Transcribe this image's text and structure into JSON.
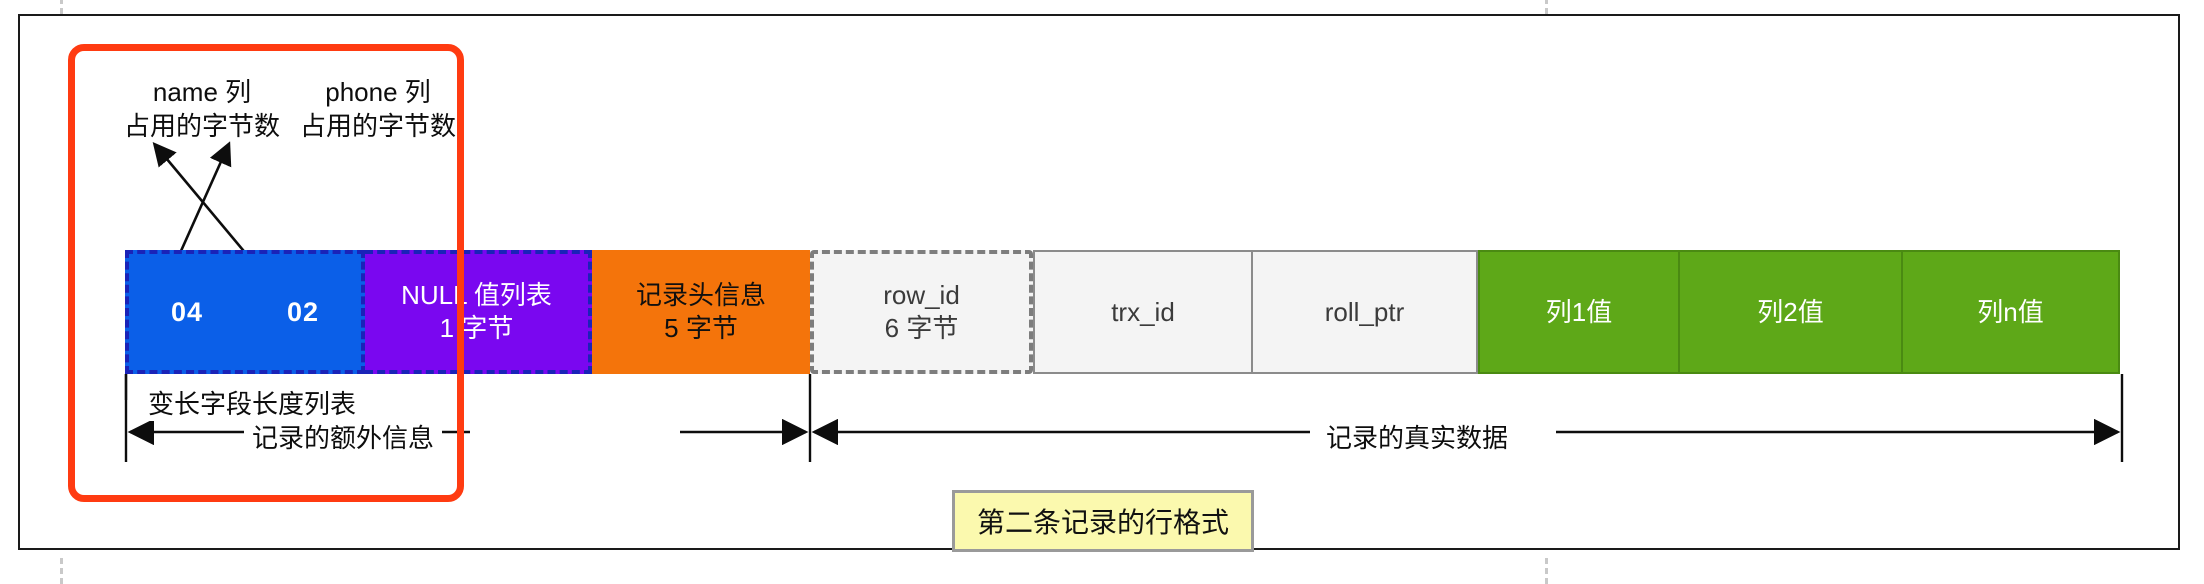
{
  "diagram": {
    "caption": "第二条记录的行格式",
    "callouts": [
      {
        "name": "name-column-bytes-callout",
        "text": "name 列\n占用的字节数"
      },
      {
        "name": "phone-column-bytes-callout",
        "text": "phone 列\n占用的字节数"
      }
    ],
    "varlen_bytes": {
      "first": "04",
      "second": "02"
    },
    "segments": [
      {
        "id": "varlen-field-length-list",
        "line1": "",
        "line2": "",
        "color": "#0b5fe8",
        "style": "dashed-blue"
      },
      {
        "id": "null-value-list",
        "line1": "NULL 值列表",
        "line2": "1 字节",
        "color": "#7a07f0",
        "style": "dashed-blue"
      },
      {
        "id": "record-header",
        "line1": "记录头信息",
        "line2": "5 字节",
        "color": "#f4740b",
        "style": "solid"
      },
      {
        "id": "row-id",
        "line1": "row_id",
        "line2": "6 字节",
        "color": "#f4f4f4",
        "style": "dashed-gray"
      },
      {
        "id": "trx-id",
        "line1": "trx_id",
        "line2": "",
        "color": "#f4f4f4",
        "style": "solid-gray"
      },
      {
        "id": "roll-ptr",
        "line1": "roll_ptr",
        "line2": "",
        "color": "#f4f4f4",
        "style": "solid-gray"
      },
      {
        "id": "column-1-value",
        "line1": "列1值",
        "line2": "",
        "color": "#5ea818",
        "style": "solid-green"
      },
      {
        "id": "column-2-value",
        "line1": "列2值",
        "line2": "",
        "color": "#5ea818",
        "style": "solid-green"
      },
      {
        "id": "column-n-value",
        "line1": "列n值",
        "line2": "",
        "color": "#5ea818",
        "style": "solid-green"
      }
    ],
    "measures": [
      {
        "id": "varlen-length-list-label",
        "label": "变长字段长度列表"
      },
      {
        "id": "record-extra-info-span",
        "label": "记录的额外信息"
      },
      {
        "id": "record-real-data-span",
        "label": "记录的真实数据"
      }
    ],
    "colors": {
      "varlen_blue": "#0b5fe8",
      "null_purple": "#7a07f0",
      "header_orange": "#f4740b",
      "gray_fill": "#f4f4f4",
      "green": "#5ea818",
      "highlight_red": "#ff3b11",
      "caption_yellow": "#fbf9ae"
    }
  }
}
